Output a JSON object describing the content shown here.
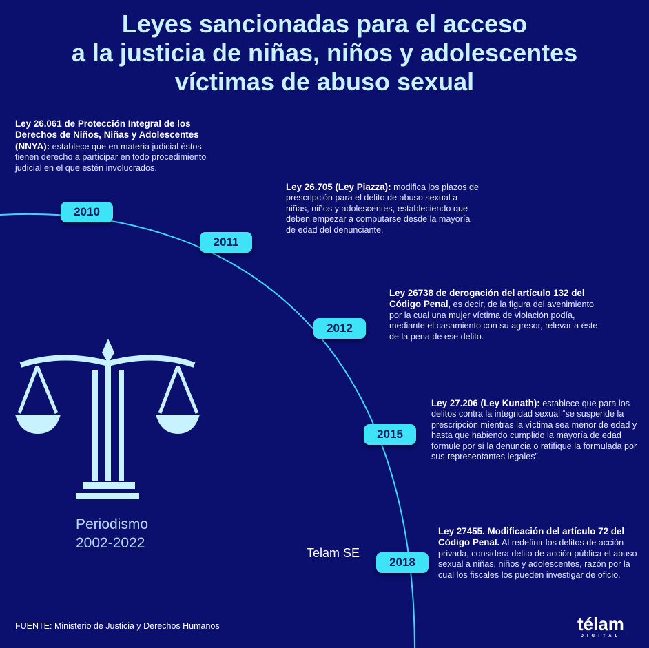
{
  "title": [
    "Leyes sancionadas para el acceso",
    "a la justicia de niñas, niños y adolescentes",
    "víctimas de abuso sexual"
  ],
  "timeline": [
    {
      "year": "2010",
      "bold": "Ley 26.061 de Protección Integral de los Derechos de Niños, Niñas y Adolescentes (NNYA):",
      "text": " establece que en materia judicial éstos tienen derecho a participar en todo procedimiento judicial en el que estén involucrados."
    },
    {
      "year": "2011",
      "bold": "Ley 26.705 (Ley Piazza):",
      "text": " modifica los plazos de prescripción para el delito de abuso sexual a niñas, niños y adolescentes, estableciendo que deben empezar a computarse desde la mayoría de edad del denunciante."
    },
    {
      "year": "2012",
      "bold": "Ley 26738 de derogación del artículo 132 del Código Penal",
      "text": ", es decir, de la figura del avenimiento por la cual una mujer víctima de violación podía, mediante el casamiento con su agresor, relevar a éste de la pena de ese delito."
    },
    {
      "year": "2015",
      "bold": "Ley 27.206 (Ley Kunath):",
      "text": " establece que para los delitos contra la integridad sexual “se suspende la prescripción mientras la víctima sea menor de edad y hasta que habiendo cumplido la mayoría de edad formule por sí la denuncia o ratifique la formulada por sus representantes legales”."
    },
    {
      "year": "2018",
      "bold": "Ley 27455. Modificación del artículo 72 del Código Penal.",
      "text": " Al redefinir los delitos de acción privada, considera delito de acción pública el abuso sexual a niñas, niños y adolescentes, razón por la cual los fiscales los pueden investigar de oficio."
    }
  ],
  "period": {
    "label": "Periodismo",
    "years": "2002-2022"
  },
  "credit": "Telam SE",
  "source": "FUENTE: Ministerio de Justicia y Derechos Humanos",
  "logo": {
    "name": "télam",
    "sub": "DIGITAL"
  },
  "colors": {
    "background": "#0b0f6e",
    "accent": "#3fe3f8",
    "title": "#c8f2ff"
  },
  "icons": [
    "scales-of-justice-icon",
    "wifi-signal-icon"
  ]
}
